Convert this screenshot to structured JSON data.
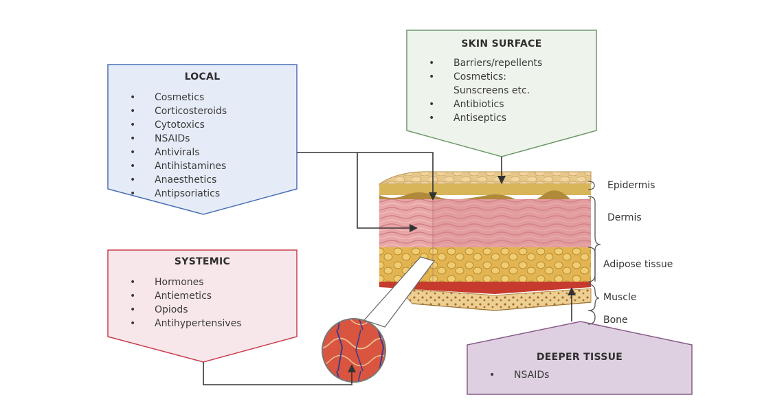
{
  "local": {
    "title": "LOCAL",
    "items": [
      "Cosmetics",
      "Corticosteroids",
      "Cytotoxics",
      "NSAIDs",
      "Antivirals",
      "Antihistamines",
      "Anaesthetics",
      "Antipsoriatics"
    ],
    "color": "#4a6fb5",
    "fill": "#e6ecf7"
  },
  "skin_surface": {
    "title": "SKIN SURFACE",
    "items": [
      "Barriers/repellents",
      "Cosmetics:",
      "Sunscreens etc.",
      "Antibiotics",
      "Antiseptics"
    ],
    "bullets": [
      true,
      true,
      false,
      true,
      true
    ],
    "color": "#6e9a6c",
    "fill": "#eef4ec"
  },
  "systemic": {
    "title": "SYSTEMIC",
    "items": [
      "Hormones",
      "Antiemetics",
      "Opiods",
      "Antihypertensives"
    ],
    "color": "#c84050",
    "fill": "#f8e7ea"
  },
  "deeper_tissue": {
    "title": "DEEPER TISSUE",
    "items": [
      "NSAIDs"
    ],
    "color": "#8a5a8a",
    "fill": "#ded0e0"
  },
  "layers": {
    "epidermis": "Epidermis",
    "dermis": "Dermis",
    "adipose": "Adipose tissue",
    "muscle": "Muscle",
    "bone": "Bone"
  },
  "colors": {
    "epidermis": "#d9b55a",
    "dermis": "#e8a3a3",
    "adipose": "#e3b552",
    "muscle": "#c63b2e",
    "bone": "#e9c98a",
    "arrow": "#333333"
  }
}
